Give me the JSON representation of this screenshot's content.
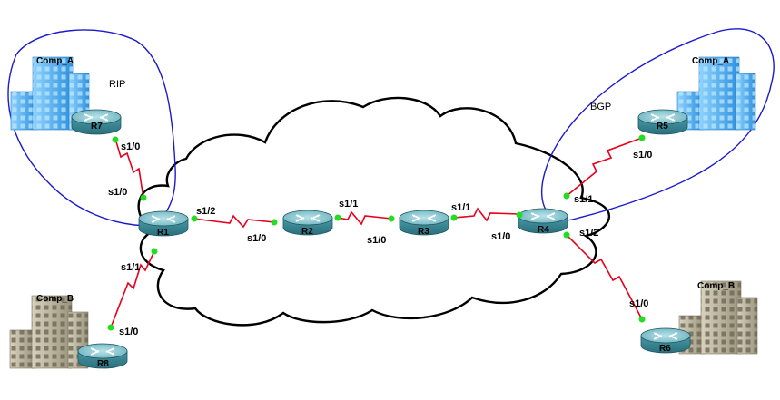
{
  "colors": {
    "link": "#e8001c",
    "port_dot": "#22dd22",
    "boundary": "#1a1acc",
    "cloud_stroke": "#000000",
    "router_body": "#3a8a98",
    "router_top": "#8fc9d2",
    "building_blue": "#3a9fe6",
    "building_gray": "#a8a18a"
  },
  "icons": {
    "router": "router-icon",
    "building": "building-icon",
    "cloud": "cloud-icon"
  },
  "areas": {
    "rip_label": "RIP",
    "bgp_label": "BGP"
  },
  "buildings": {
    "top_left": "Comp_A",
    "top_right": "Comp_A",
    "bottom_left": "Comp_B",
    "bottom_right": "Comp_B"
  },
  "routers": {
    "r1": "R1",
    "r2": "R2",
    "r3": "R3",
    "r4": "R4",
    "r5": "R5",
    "r6": "R6",
    "r7": "R7",
    "r8": "R8"
  },
  "interfaces": {
    "r7_s10": "s1/0",
    "r1_s10": "s1/0",
    "r1_s12": "s1/2",
    "r1_s11": "s1/1",
    "r2_s10": "s1/0",
    "r2_s11": "s1/1",
    "r3_s10": "s1/0",
    "r3_s11": "s1/1",
    "r4_s10": "s1/0",
    "r4_s11": "s1/1",
    "r4_s12": "s1/2",
    "r5_s10": "s1/0",
    "r6_s10": "s1/0",
    "r8_s10": "s1/0"
  }
}
